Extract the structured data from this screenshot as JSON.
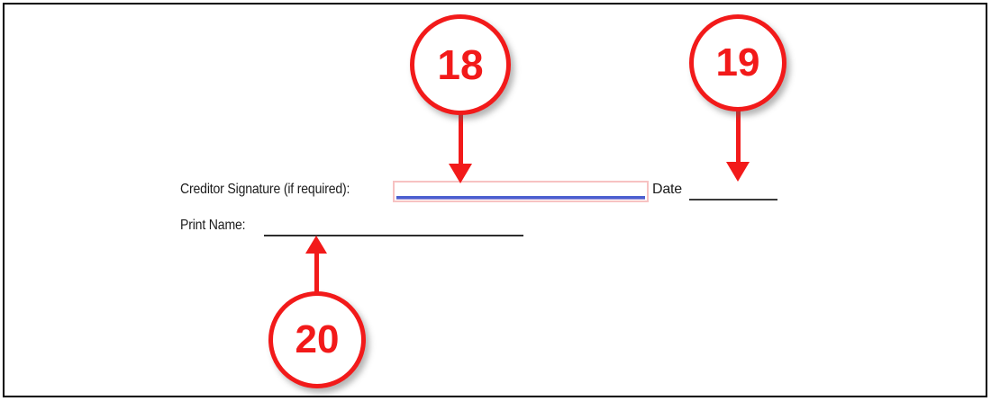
{
  "document": {
    "background_color": "#ffffff",
    "border_color": "#000000",
    "form_lines": {
      "creditor_signature_label": "Creditor Signature (if required):",
      "date_label": "Date",
      "print_name_label": "Print Name:"
    },
    "fields": {
      "signature_input": {
        "value": "",
        "placeholder": "",
        "border_color": "#f7c2c2",
        "rule_color": "#4a5fd0"
      },
      "date_blank": {
        "value": "",
        "rule_color": "#3a3a3a"
      },
      "print_name_blank": {
        "value": "",
        "rule_color": "#2e2e2e"
      }
    }
  },
  "annotations": {
    "accent_color": "#f21a1a",
    "callouts": [
      {
        "id": "18",
        "label": "18",
        "points_to": "signature-input",
        "arrow_direction": "down"
      },
      {
        "id": "19",
        "label": "19",
        "points_to": "date-blank",
        "arrow_direction": "down"
      },
      {
        "id": "20",
        "label": "20",
        "points_to": "print-name-blank",
        "arrow_direction": "up"
      }
    ]
  }
}
